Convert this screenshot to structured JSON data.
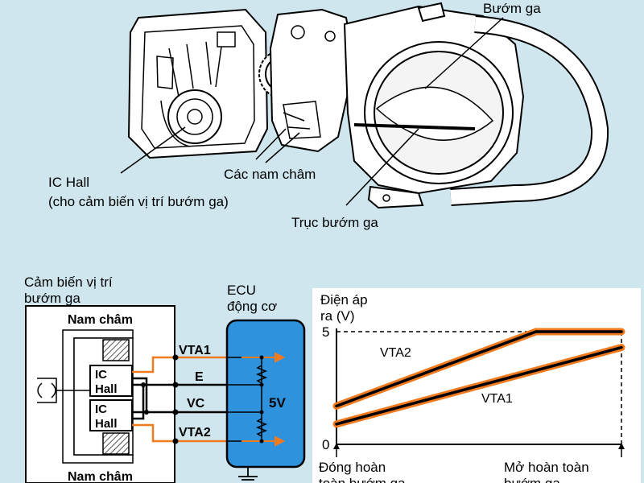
{
  "top_illustration": {
    "label_throttle_valve": "Bướm ga",
    "label_ic_hall_line1": "IC Hall",
    "label_ic_hall_line2": "(cho cảm biến vị trí bướm ga)",
    "label_magnets": "Các nam châm",
    "label_throttle_shaft": "Trục bướm ga"
  },
  "circuit": {
    "sensor_title_line1": "Cảm biến vị trí",
    "sensor_title_line2": "bướm ga",
    "magnet_top": "Nam châm",
    "magnet_bottom": "Nam châm",
    "ic_top_line1": "IC",
    "ic_top_line2": "Hall",
    "ic_bottom_line1": "IC",
    "ic_bottom_line2": "Hall",
    "ecu_line1": "ECU",
    "ecu_line2": "động cơ",
    "voltage": "5V",
    "terminals": [
      "VTA1",
      "E",
      "VC",
      "VTA2"
    ],
    "colors": {
      "ecu": "#2f92dd",
      "signal": "#f07a1e"
    }
  },
  "graph": {
    "ylabel_line1": "Điện áp",
    "ylabel_line2": "ra (V)",
    "y_tick_top": "5",
    "y_tick_zero": "0",
    "xlabel_left_line1": "Đóng hoàn",
    "xlabel_left_line2": "toàn bướm ga",
    "xlabel_right_line1": "Mở hoàn toàn",
    "xlabel_right_line2": "bướm ga",
    "series": [
      {
        "name": "VTA2",
        "points": [
          [
            0,
            1.7
          ],
          [
            0.7,
            5.0
          ],
          [
            1.0,
            5.0
          ]
        ]
      },
      {
        "name": "VTA1",
        "points": [
          [
            0,
            0.9
          ],
          [
            1.0,
            4.3
          ]
        ]
      }
    ],
    "colors": {
      "line": "#000000",
      "glow": "#f07a1e"
    }
  }
}
